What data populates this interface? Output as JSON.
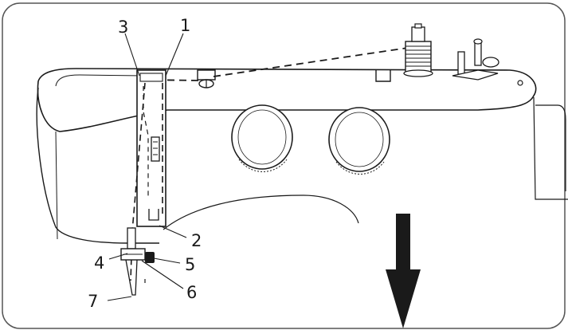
{
  "callouts": [
    {
      "id": "1",
      "label": "1"
    },
    {
      "id": "2",
      "label": "2"
    },
    {
      "id": "3",
      "label": "3"
    },
    {
      "id": "4",
      "label": "4"
    },
    {
      "id": "5",
      "label": "5"
    },
    {
      "id": "6",
      "label": "6"
    },
    {
      "id": "7",
      "label": "7"
    }
  ],
  "colors": {
    "line": "#1a1a1a",
    "frame": "#555555",
    "background": "#ffffff",
    "arrow": "#1a1a1a"
  }
}
